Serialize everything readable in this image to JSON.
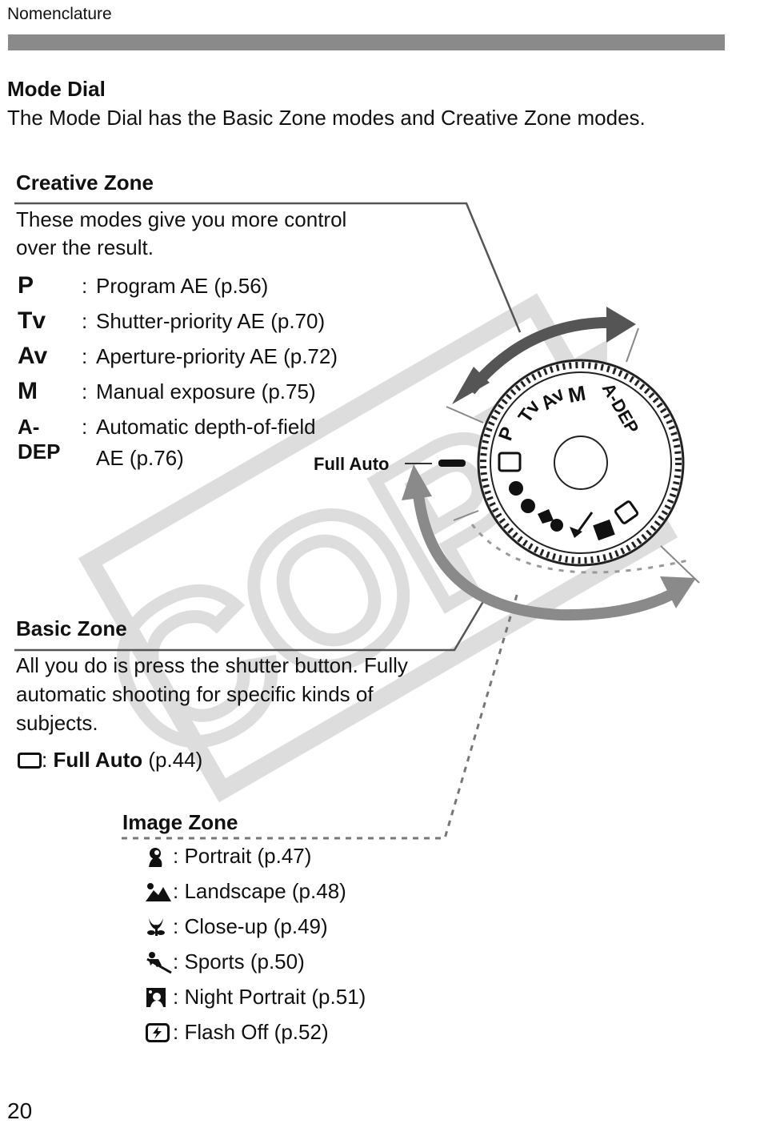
{
  "header": {
    "section": "Nomenclature"
  },
  "title": "Mode Dial",
  "intro": "The Mode Dial has the Basic Zone modes and Creative Zone modes.",
  "creative_zone": {
    "heading": "Creative Zone",
    "desc_line1": "These modes give you more control",
    "desc_line2": "over the result.",
    "modes": [
      {
        "symbol": "P",
        "text": "Program AE (p.56)"
      },
      {
        "symbol": "Tv",
        "text": "Shutter-priority AE (p.70)"
      },
      {
        "symbol": "Av",
        "text": "Aperture-priority AE (p.72)"
      },
      {
        "symbol": "M",
        "text": "Manual exposure (p.75)"
      },
      {
        "symbol": "A-DEP",
        "text": "Automatic depth-of-field",
        "text2": "AE (p.76)"
      }
    ]
  },
  "dial": {
    "callout": "Full Auto",
    "labels": {
      "p": "P",
      "tv": "Tv",
      "av": "Av",
      "m": "M",
      "adep": "A-DEP"
    }
  },
  "basic_zone": {
    "heading": "Basic Zone",
    "desc_line1": "All you do is press the shutter button. Fully",
    "desc_line2": "automatic shooting for specific kinds of",
    "desc_line3": "subjects.",
    "full_auto_label": "Full Auto",
    "full_auto_page": "(p.44)"
  },
  "image_zone": {
    "heading": "Image Zone",
    "modes": [
      {
        "icon": "portrait-icon",
        "text": "Portrait (p.47)"
      },
      {
        "icon": "landscape-icon",
        "text": "Landscape (p.48)"
      },
      {
        "icon": "close-up-icon",
        "text": "Close-up (p.49)"
      },
      {
        "icon": "sports-icon",
        "text": "Sports (p.50)"
      },
      {
        "icon": "night-portrait-icon",
        "text": "Night Portrait (p.51)"
      },
      {
        "icon": "flash-off-icon",
        "text": "Flash Off (p.52)"
      }
    ]
  },
  "watermark": "COPY",
  "page_number": "20"
}
